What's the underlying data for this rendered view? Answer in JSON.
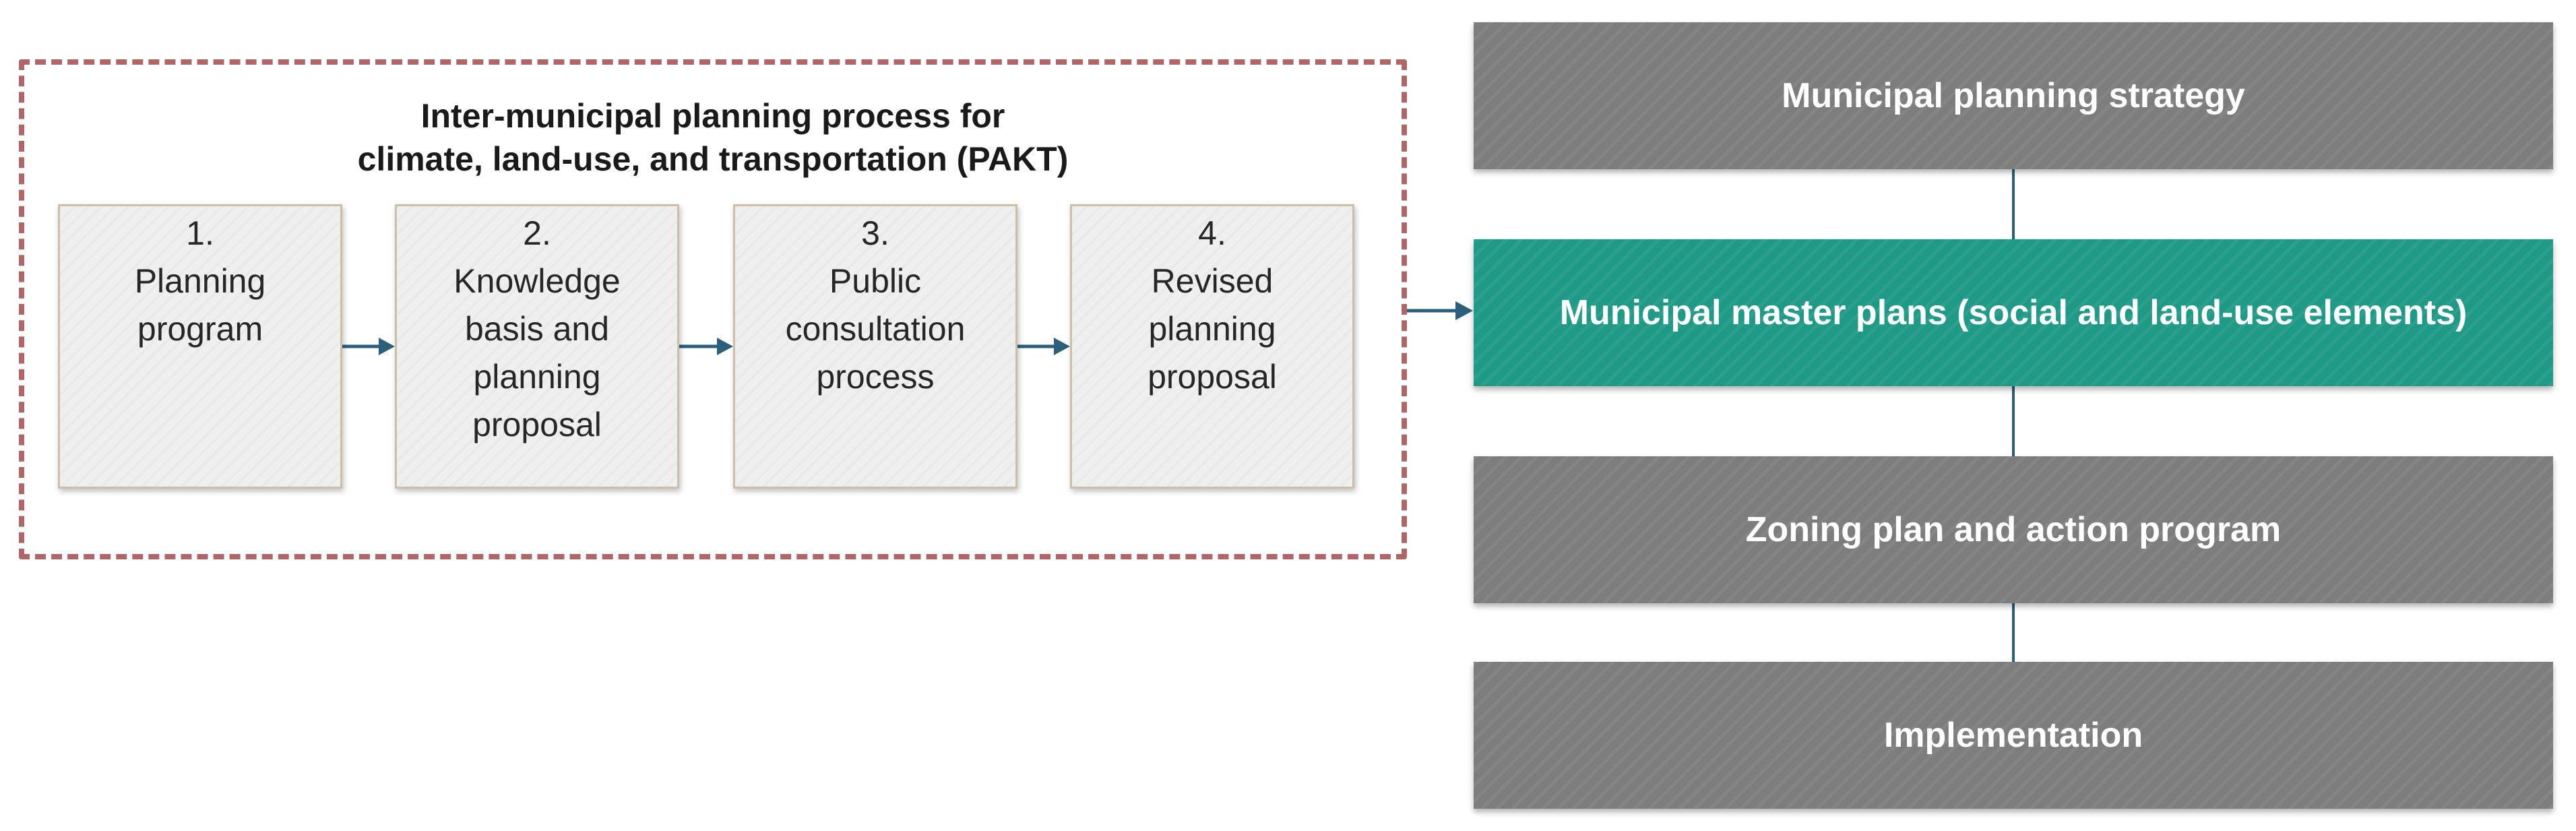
{
  "pakt": {
    "title_line1": "Inter-municipal planning process for",
    "title_line2": "climate, land-use, and transportation (PAKT)",
    "steps": [
      {
        "number": "1.",
        "lines": [
          "Planning",
          "program"
        ]
      },
      {
        "number": "2.",
        "lines": [
          "Knowledge",
          "basis and",
          "planning",
          "proposal"
        ]
      },
      {
        "number": "3.",
        "lines": [
          "Public",
          "consultation",
          "process"
        ]
      },
      {
        "number": "4.",
        "lines": [
          "Revised",
          "planning",
          "proposal"
        ]
      }
    ]
  },
  "hierarchy": [
    {
      "label": "Municipal planning strategy",
      "highlight": false
    },
    {
      "label": "Municipal master plans (social and land-use elements)",
      "highlight": true
    },
    {
      "label": "Zoning plan and action program",
      "highlight": false
    },
    {
      "label": "Implementation",
      "highlight": false
    }
  ],
  "colors": {
    "frame_dashed": "#b06666",
    "step_fill": "#efefef",
    "step_border": "#cdbfa7",
    "bar_gray": "#7d7d7d",
    "bar_teal": "#1f9a86",
    "arrow": "#2c5f7c"
  }
}
